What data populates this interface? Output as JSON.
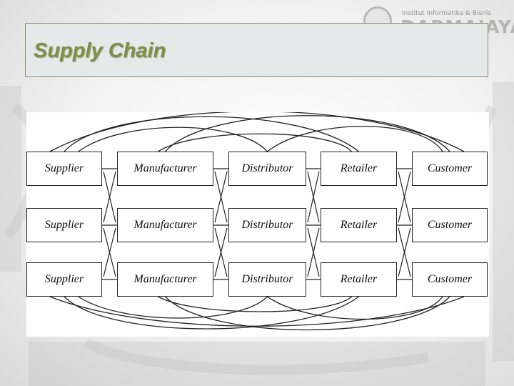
{
  "slide": {
    "title": "Supply Chain"
  },
  "logo": {
    "small_text": "Institut Informatika & Bisnis",
    "big_text": "DARMAJAYA"
  },
  "colors": {
    "title_text": "#7f8f4a",
    "title_box_bg": "#e4e9ea",
    "diagram_bg": "#ffffff",
    "line": "#222222"
  },
  "diagram": {
    "stages": [
      "Supplier",
      "Manufacturer",
      "Distributor",
      "Retailer",
      "Customer"
    ],
    "rows": 3
  }
}
